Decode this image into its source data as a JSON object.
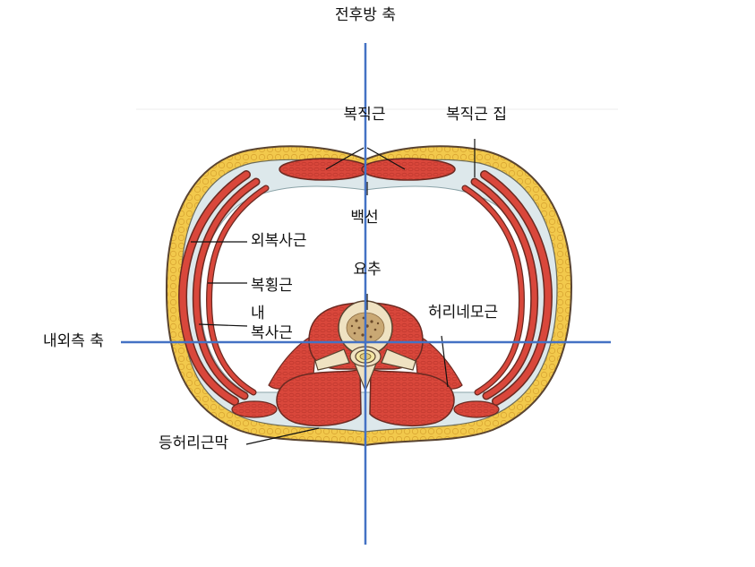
{
  "labels": {
    "ap_axis": "전후방 축",
    "ml_axis": "내외측 축",
    "rectus_abdominis": "복직근",
    "rectus_sheath": "복직근 집",
    "linea_alba": "백선",
    "external_oblique": "외복사근",
    "transversus_abdominis": "복횡근",
    "internal_oblique_line1": "내",
    "internal_oblique_line2": "복사근",
    "lumbar_vertebra": "요추",
    "quadratus_lumborum": "허리네모근",
    "thoracolumbar_fascia": "등허리근막"
  },
  "colors": {
    "axis": "#4472c4",
    "fat": "#f2c94c",
    "muscle": "#d9473b",
    "fascia": "#dde8eb",
    "bone": "#efe2c2",
    "outline": "#5a4430",
    "leader": "#111111"
  }
}
